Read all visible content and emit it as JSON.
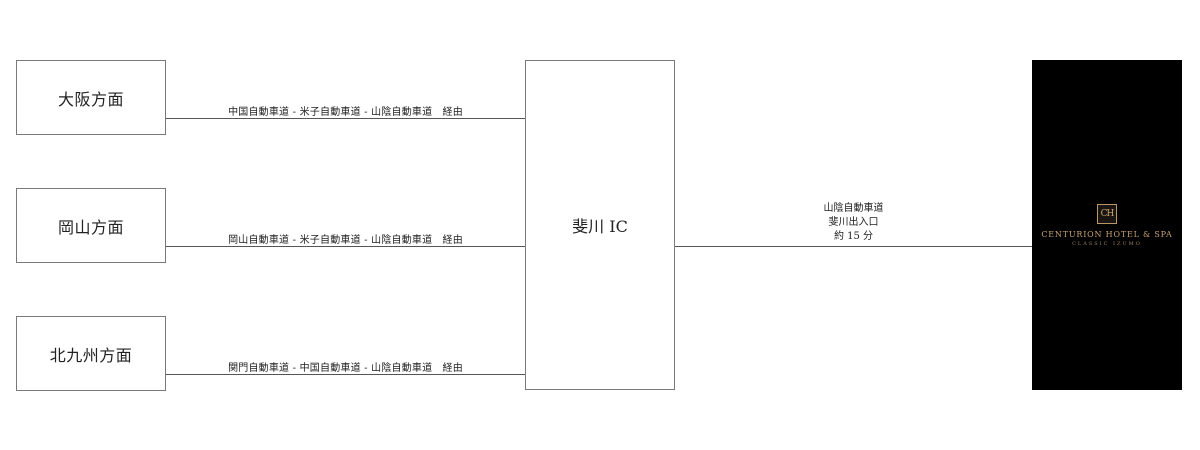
{
  "origins": [
    {
      "label": "大阪方面",
      "route": "中国自動車道 - 米子自動車道 - 山陰自動車道　経由"
    },
    {
      "label": "岡山方面",
      "route": "岡山自動車道 - 米子自動車道 - 山陰自動車道　経由"
    },
    {
      "label": "北九州方面",
      "route": "関門自動車道 - 中国自動車道 - 山陰自動車道　経由"
    }
  ],
  "interchange": {
    "label": "斐川 IC"
  },
  "hotel_route": {
    "line1": "山陰自動車道",
    "line2": "斐川出入口",
    "line3": "約 15 分"
  },
  "hotel": {
    "logo_mark": "CH",
    "name": "CENTURION HOTEL & SPA",
    "sub": "CLASSIC IZUMO"
  },
  "colors": {
    "line": "#555555",
    "box_border": "#7a7a7a",
    "hotel_bg": "#000000",
    "logo_gold": "#c8a472"
  }
}
